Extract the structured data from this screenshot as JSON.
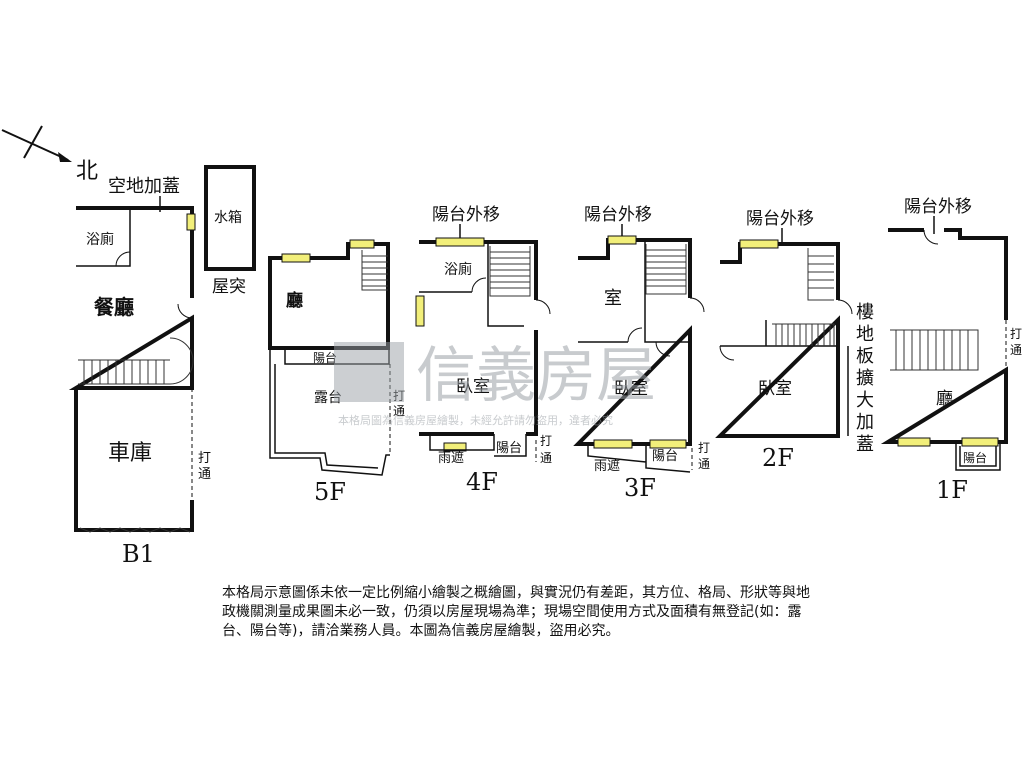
{
  "compass": {
    "north_label": "北"
  },
  "floors": {
    "b1": {
      "name": "B1",
      "top_label": "空地加蓋",
      "rooms": {
        "bath": "浴廁",
        "dining": "餐廳",
        "garage": "車庫"
      },
      "open_note": "打\n通"
    },
    "roof_tower": {
      "tank": "水箱",
      "name": "屋突"
    },
    "f5": {
      "name": "5F",
      "rooms": {
        "hall": "廳",
        "balcony": "陽台",
        "terrace": "露台"
      },
      "open_note": "打\n通"
    },
    "f4": {
      "name": "4F",
      "top_label": "陽台外移",
      "rooms": {
        "bath": "浴廁",
        "bedroom": "臥室",
        "canopy": "雨遮",
        "balcony": "陽台"
      },
      "open_note": "打\n通"
    },
    "f3": {
      "name": "3F",
      "top_label": "陽台外移",
      "rooms": {
        "room": "室",
        "bedroom": "臥室",
        "canopy": "雨遮",
        "balcony": "陽台"
      },
      "open_note": "打\n通"
    },
    "f2": {
      "name": "2F",
      "top_label": "陽台外移",
      "rooms": {
        "bedroom": "臥室"
      },
      "side_note": "樓\n地\n板\n擴\n大\n加\n蓋"
    },
    "f1": {
      "name": "1F",
      "top_label": "陽台外移",
      "rooms": {
        "hall": "廳",
        "balcony": "陽台"
      },
      "open_note": "打\n通"
    }
  },
  "watermark": {
    "brand": "信義房屋",
    "subtitle": "本格局圖為信義房屋繪製，未經允許請勿盜用，違者必究"
  },
  "disclaimer": "本格局示意圖係未依一定比例縮小繪製之概繪圖，與實況仍有差距，其方位、格局、形狀等與地政機關測量成果圖未必一致，仍須以房屋現場為準；現場空間使用方式及面積有無登記(如：露台、陽台等)，請洽業務人員。本圖為信義房屋繪製，盜用必究。",
  "colors": {
    "window": "#f2ef7a",
    "wall": "#111111",
    "watermark": "#9aa0a6"
  },
  "icons": {
    "compass": "north-arrow-icon"
  }
}
